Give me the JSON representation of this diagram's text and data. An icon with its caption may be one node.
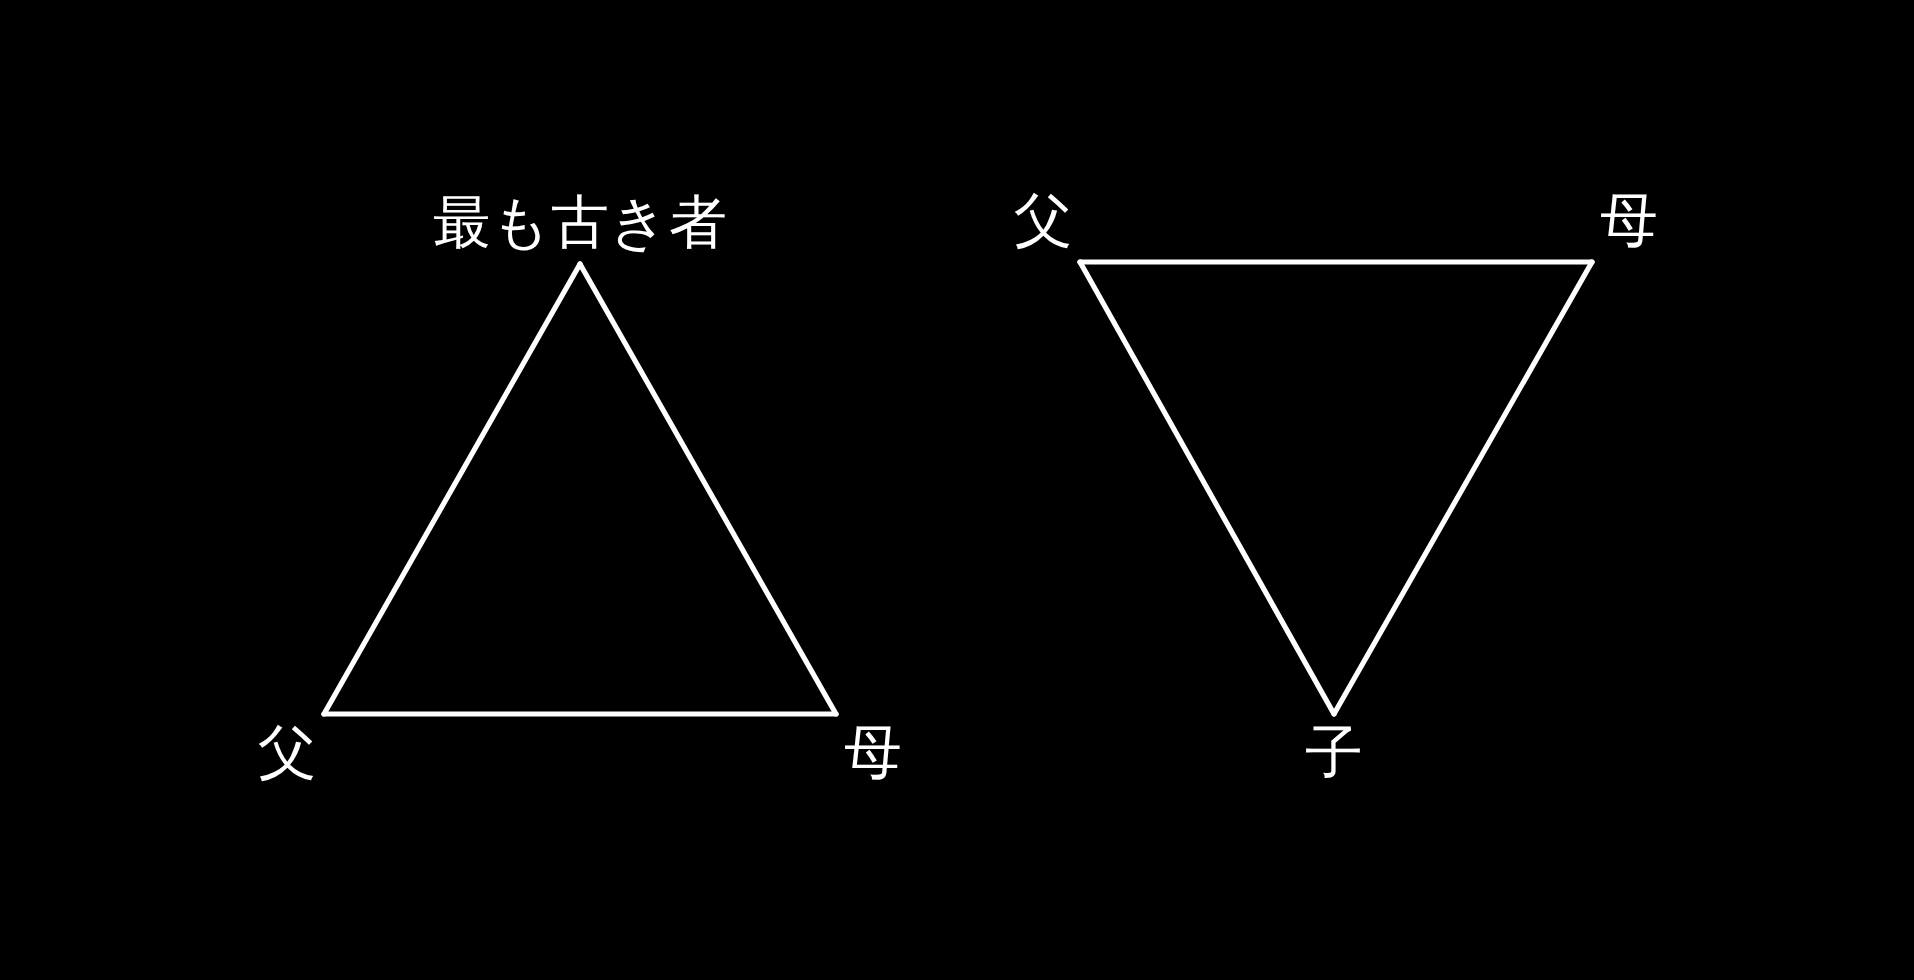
{
  "diagram": {
    "nodes": [
      {
        "text": [
          "最も古き者"
        ]
      },
      {
        "text": [
          "父"
        ]
      },
      {
        "text": [
          "母"
        ]
      },
      {
        "text": [
          "父"
        ]
      },
      {
        "text": [
          "母"
        ]
      },
      {
        "text": [
          "子"
        ]
      }
    ],
    "edges": [
      {
        "from": 0,
        "to": 1,
        "arrow": "none"
      },
      {
        "from": 0,
        "to": 2,
        "arrow": "none"
      },
      {
        "from": 1,
        "to": 2,
        "arrow": "none"
      },
      {
        "from": 3,
        "to": 4,
        "arrow": "none"
      },
      {
        "from": 3,
        "to": 5,
        "arrow": "none"
      },
      {
        "from": 4,
        "to": 5,
        "arrow": "none"
      }
    ]
  }
}
